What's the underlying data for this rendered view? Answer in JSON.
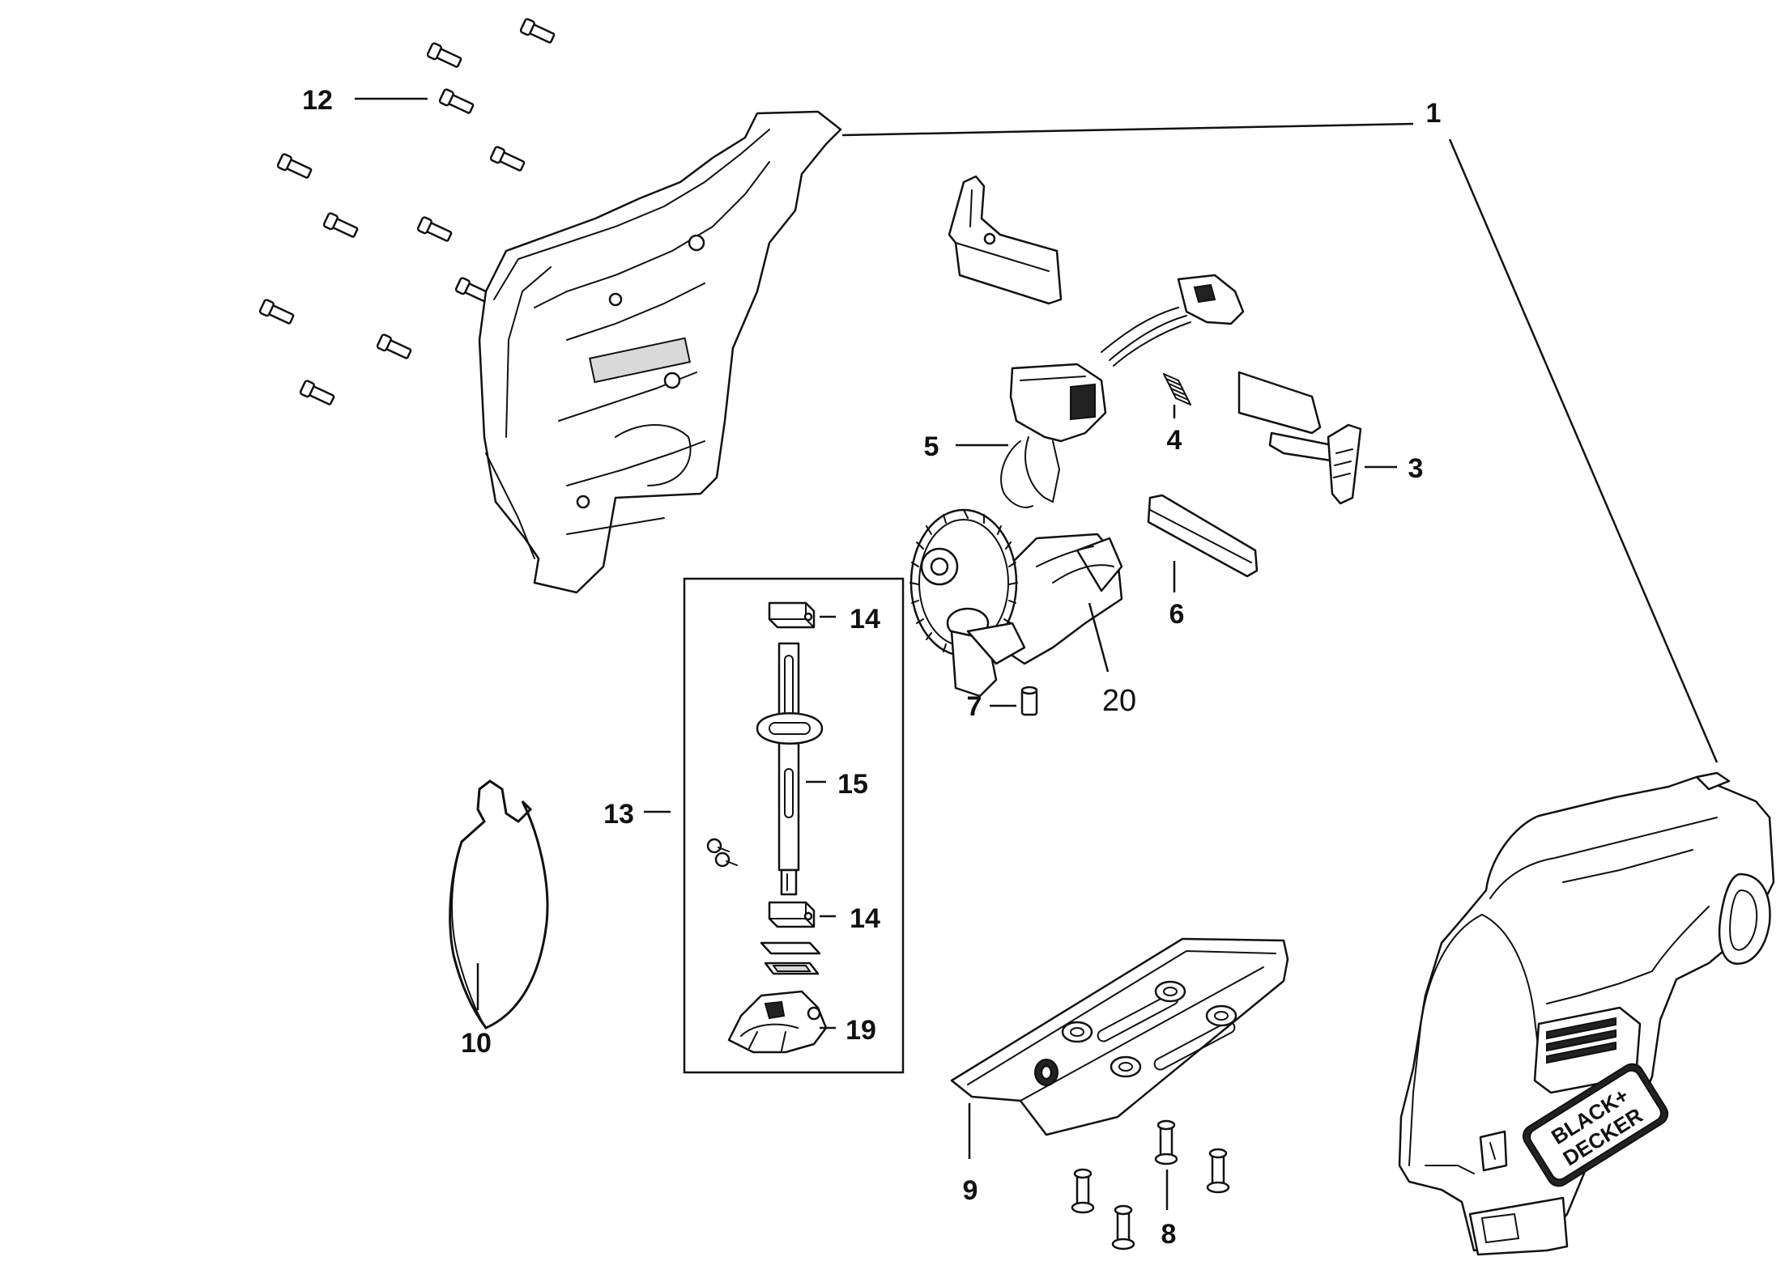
{
  "diagram": {
    "callouts": {
      "c1": "1",
      "c3": "3",
      "c4": "4",
      "c5": "5",
      "c6": "6",
      "c7": "7",
      "c8": "8",
      "c9": "9",
      "c10": "10",
      "c12": "12",
      "c13": "13",
      "c14a": "14",
      "c14b": "14",
      "c15": "15",
      "c19": "19",
      "c20": "20"
    },
    "brand_logo": {
      "line1": "BLACK+",
      "line2": "DECKER"
    }
  }
}
